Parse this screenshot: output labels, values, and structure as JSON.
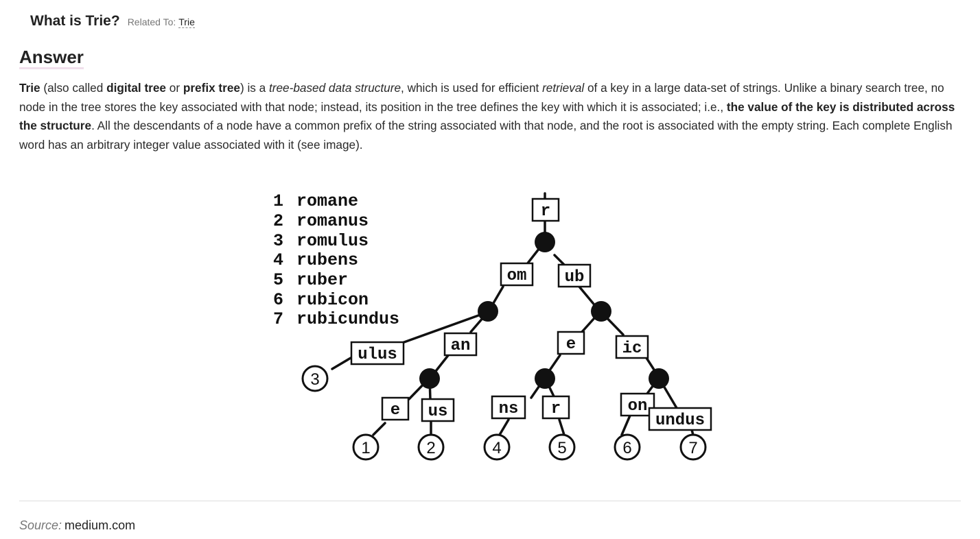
{
  "header": {
    "question_title": "What is Trie?",
    "related_label": "Related To:",
    "related_link": "Trie"
  },
  "answer_heading": "Answer",
  "paragraph": {
    "p1": "Trie",
    "p2": " (also called ",
    "p3": "digital tree",
    "p4": " or ",
    "p5": "prefix tree",
    "p6": ") is a ",
    "p7": "tree-based data structure",
    "p8": ", which is used for efficient ",
    "p9": "retrieval",
    "p10": " of a key in a large data-set of strings. Unlike a binary search tree, no node in the tree stores the key associated with that node; instead, its position in the tree defines the key with which it is associated; i.e., ",
    "p11": "the value of the key is distributed across the structure",
    "p12": ". All the descendants of a node have a common prefix of the string associated with that node, and the root is associated with the empty string. Each complete English word has an arbitrary integer value associated with it (see image)."
  },
  "figure": {
    "word_list": [
      {
        "num": "1",
        "word": "romane"
      },
      {
        "num": "2",
        "word": "romanus"
      },
      {
        "num": "3",
        "word": "romulus"
      },
      {
        "num": "4",
        "word": "rubens"
      },
      {
        "num": "5",
        "word": "ruber"
      },
      {
        "num": "6",
        "word": "rubicon"
      },
      {
        "num": "7",
        "word": "rubicundus"
      }
    ],
    "edge_labels": {
      "root": "r",
      "om": "om",
      "ub": "ub",
      "ulus": "ulus",
      "an": "an",
      "e_right": "e",
      "ic": "ic",
      "e_left": "e",
      "us": "us",
      "ns": "ns",
      "r_leaf": "r",
      "on": "on",
      "undus": "undus"
    },
    "leaf_values": {
      "l1": "1",
      "l2": "2",
      "l3": "3",
      "l4": "4",
      "l5": "5",
      "l6": "6",
      "l7": "7"
    }
  },
  "source": {
    "label": "Source:",
    "site": "medium.com"
  }
}
